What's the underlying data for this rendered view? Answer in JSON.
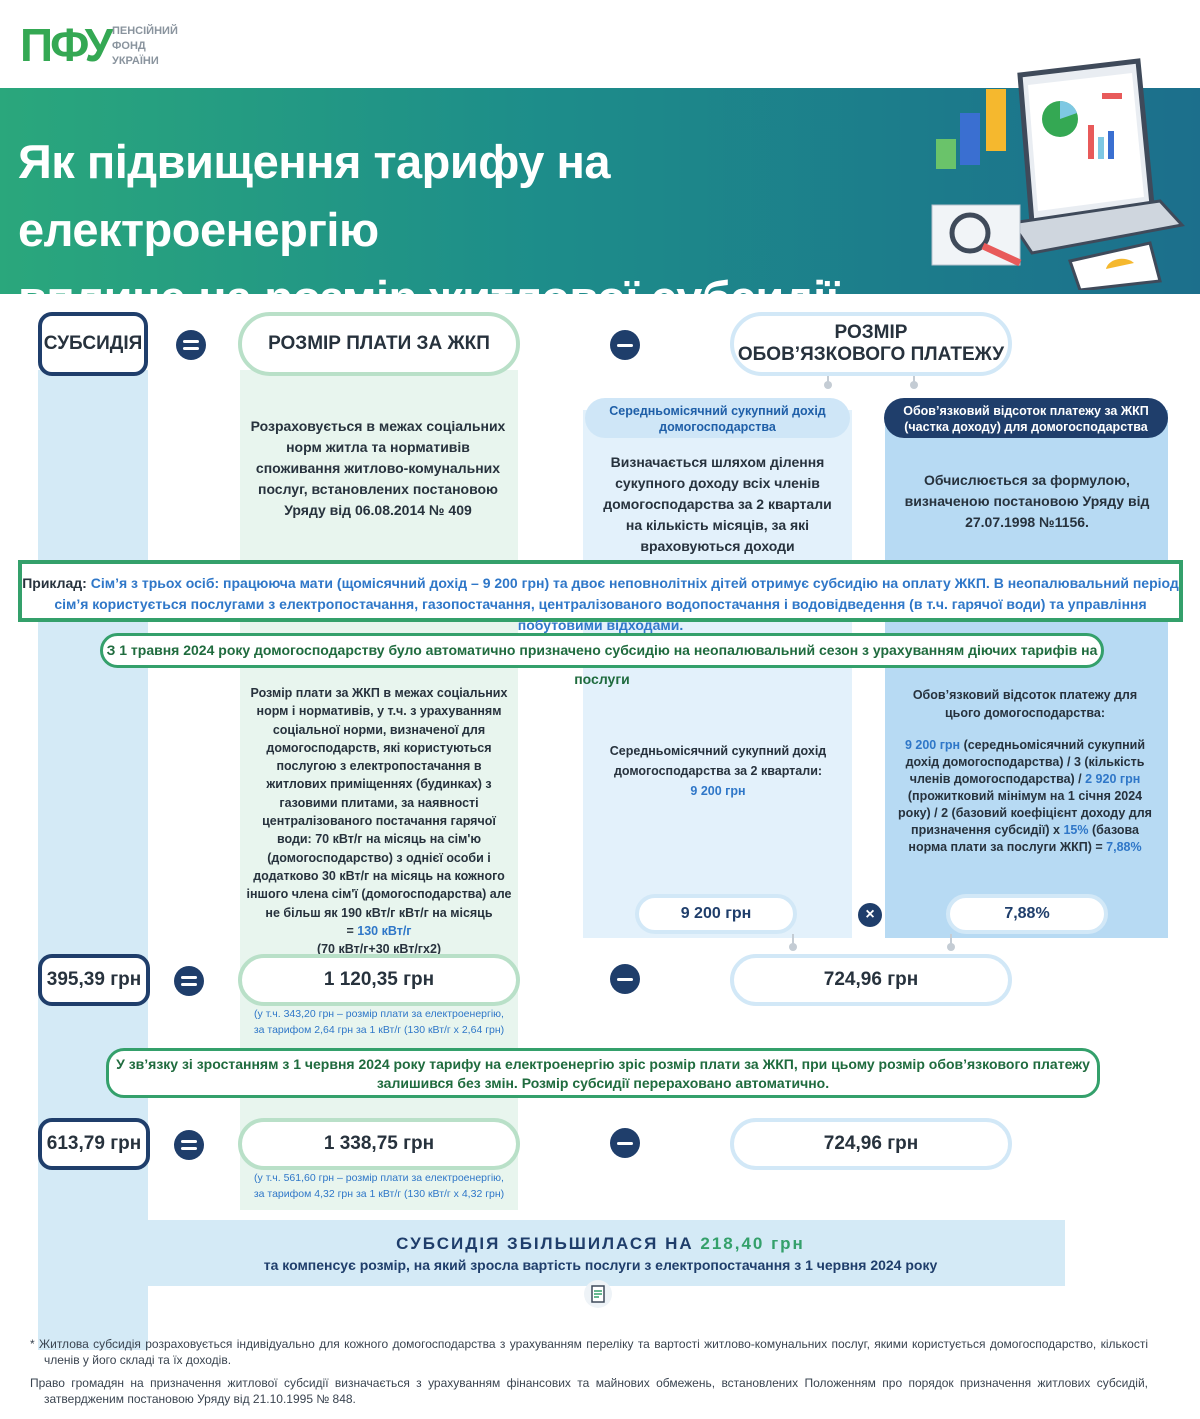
{
  "logo": {
    "mark": "ПФУ",
    "line1": "ПЕНСІЙНИЙ",
    "line2": "ФОНД",
    "line3": "УКРАЇНИ"
  },
  "title": {
    "line1": "Як підвищення тарифу на електроенергію",
    "line2": "вплине на розмір житлової субсидії"
  },
  "colors": {
    "green": "#34a06b",
    "navy": "#1f3e6b",
    "blue": "#2f77c8",
    "banner_start": "#2aa77c",
    "banner_end": "#1c6f8c"
  },
  "icons": [
    "laptop-chart-illustration-icon",
    "equals-icon",
    "minus-icon",
    "times-icon",
    "document-icon"
  ],
  "formula": {
    "subsidy": "СУБСИДІЯ",
    "payment": "РОЗМІР ПЛАТИ ЗА ЖКП",
    "mandatory_line1": "РОЗМІР",
    "mandatory_line2": "ОБОВ’ЯЗКОВОГО ПЛАТЕЖУ"
  },
  "desc": {
    "payment": "Розраховується в межах соціальних норм житла та нормативів споживання житлово-комунальних послуг, встановлених постановою Уряду від 06.08.2014 № 409",
    "income_tag": "Середньомісячний сукупний дохід домогосподарства",
    "income": "Визначається шляхом ділення сукупного доходу всіх членів домогосподарства за 2 квартали на кількість місяців, за які враховуються доходи",
    "percent_tag": "Обов’язковий відсоток платежу за ЖКП (частка доходу) для домогосподарства",
    "percent": "Обчислюється за формулою, визначеною постановою Уряду від 27.07.1998 №1156."
  },
  "example": {
    "label": "Приклад:",
    "p1": "Сім’я з трьох осіб: працююча мати (щомісячний дохід – ",
    "income": "9 200 грн",
    "p2": ") та двоє неповнолітніх дітей отримує субсидію на оплату ЖКП.  В неопалювальний період сім’я користується послугами з електропостачання, газопостачання,  централізованого водопостачання і водовідведення (в т.ч. гарячої води) та управління побутовими відходами."
  },
  "note1": "З 1 травня 2024 року домогосподарству було автоматично призначено субсидію на неопалювальний сезон з урахуванням діючих тарифів на послуги",
  "detail": {
    "payment_text": "Розмір плати за ЖКП в межах соціальних норм і нормативів, у т.ч. з урахуванням соціальної норми, визначеної для домогосподарств, які користуються послугою з електропостачання в житлових приміщеннях (будинках) з газовими плитами, за наявності централізованого постачання гарячої води: 70 кВт/г на місяць на сім'ю (домогосподарство) з однієї особи і додатково 30 кВт/г на місяць на кожного іншого члена сім'ї (домогосподарства) але не більш як 190 кВт/г кВт/г на місяць",
    "payment_eq": "= ",
    "payment_value": "130 кВт/г",
    "payment_calc": "(70 кВт/г+30 кВт/гх2)",
    "income_text": "Середньомісячний сукупний дохід домогосподарства за 2 квартали:",
    "income_value": "9 200 грн",
    "percent_head": "Обов’язковий відсоток платежу для цього домогосподарства:",
    "f1": "9 200 грн",
    "f2": " (середньомісячний сукупний дохід домогосподарства) / 3 (кількість членів домогосподарства) / ",
    "f3": "2 920 грн",
    "f4": " (прожитковий мінімум на 1 січня 2024 року) / 2 (базовий коефіцієнт доходу для призначення субсидії) х ",
    "f5": "15%",
    "f6": " (базова норма плати за послуги ЖКП) = ",
    "f7": "7,88%"
  },
  "pills": {
    "income": "9 200 грн",
    "percent": "7,88%"
  },
  "row1": {
    "subsidy": "395,39 грн",
    "payment": "1 120,35 грн",
    "mandatory": "724,96 грн",
    "note_l1": "(у т.ч. 343,20 грн – розмір плати за електроенергію,",
    "note_l2": "за тарифом 2,64 грн за 1 кВт/г (130 кВт/г х 2,64 грн)"
  },
  "note2": {
    "l1": "У зв’язку зі зростанням з 1 червня 2024 року тарифу на електроенергію зріс розмір плати за ЖКП, при цьому розмір обов’язкового платежу",
    "l2": "залишився без змін. Розмір субсидії перераховано автоматично."
  },
  "row2": {
    "subsidy": "613,79 грн",
    "payment": "1 338,75 грн",
    "mandatory": "724,96 грн",
    "note_l1": "(у т.ч. 561,60 грн – розмір плати за електроенергію,",
    "note_l2": "за тарифом 4,32 грн за 1 кВт/г (130 кВт/г х 4,32 грн)"
  },
  "summary": {
    "title": "СУБСИДІЯ ЗБІЛЬШИЛАСЯ НА ",
    "amount": "218,40 грн",
    "sub": "та компенсує розмір, на який зросла вартість послуги з електропостачання з 1 червня 2024 року"
  },
  "footnotes": {
    "f1": "* Житлова субсидія розраховується індивідуально для кожного домогосподарства з урахуванням переліку та вартості житлово-комунальних послуг, якими користується домогосподарство, кількості членів у його складі та їх доходів.",
    "f2": "Право громадян на призначення житлової субсидії визначається з урахуванням фінансових та майнових обмежень, встановлених Положенням про порядок призначення житлових субсидій, затвердженим постановою Уряду від 21.10.1995 № 848."
  }
}
